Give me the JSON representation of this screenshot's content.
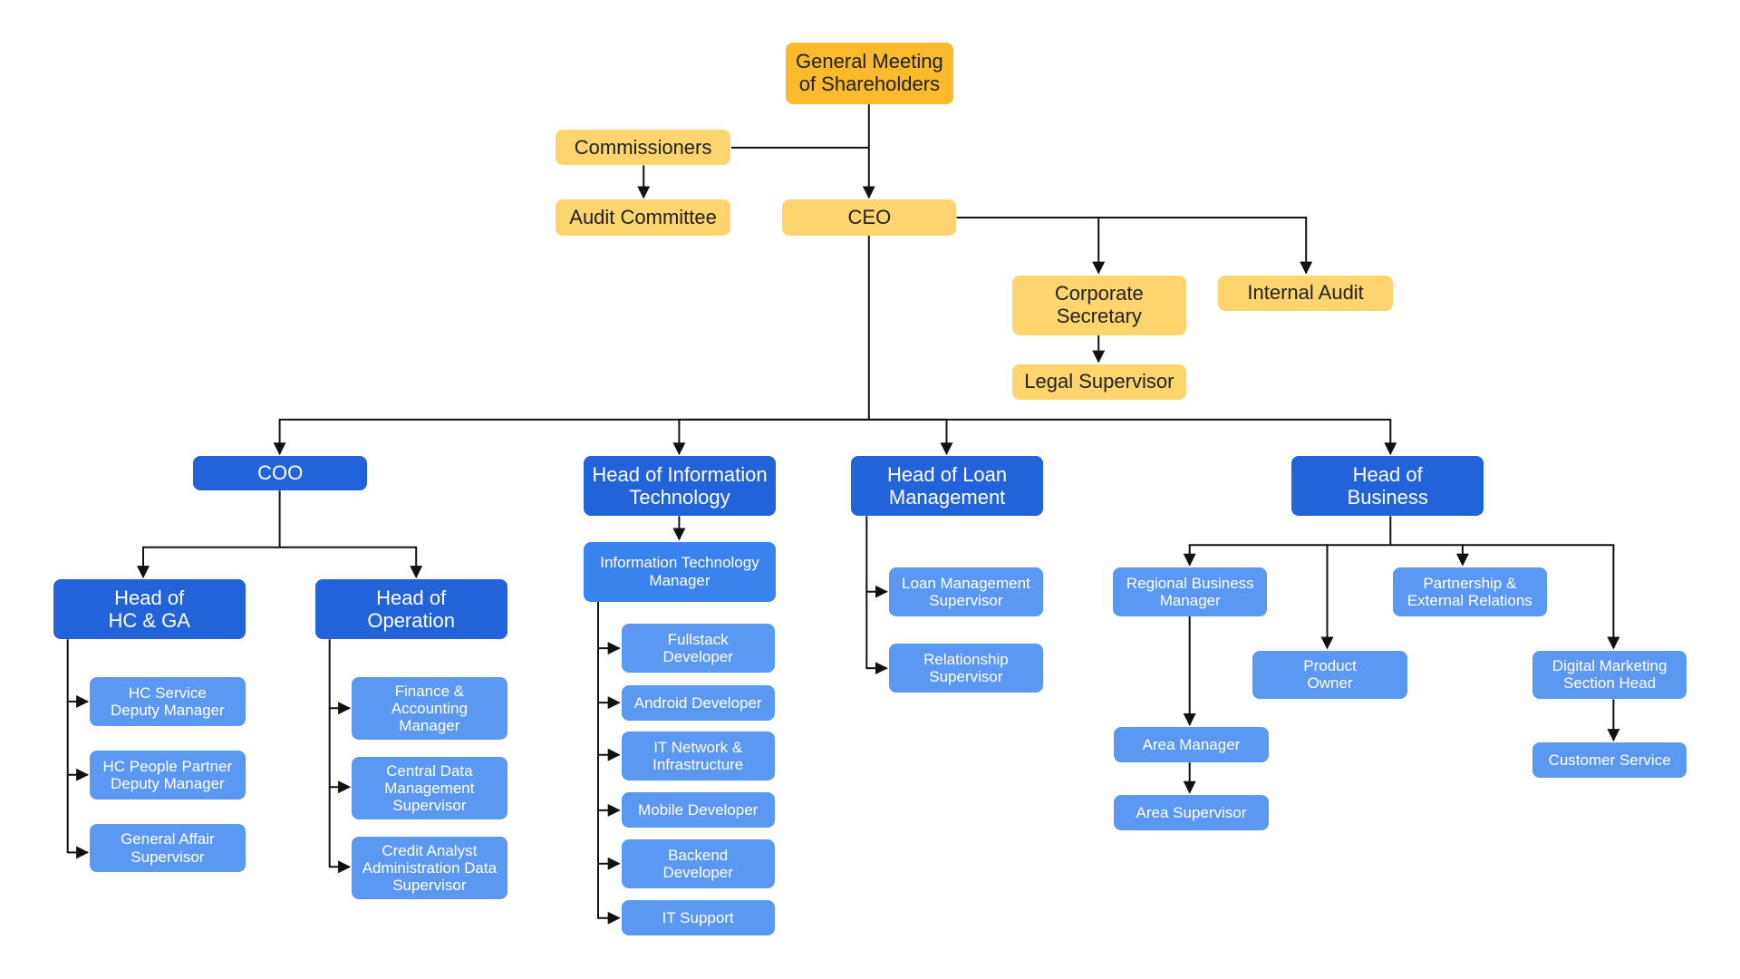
{
  "nodes": [
    {
      "id": "gms",
      "label": "General Meeting\nof Shareholders",
      "tier": "top"
    },
    {
      "id": "commissioners",
      "label": "Commissioners",
      "tier": "gold"
    },
    {
      "id": "audit-committee",
      "label": "Audit Committee",
      "tier": "gold"
    },
    {
      "id": "ceo",
      "label": "CEO",
      "tier": "gold"
    },
    {
      "id": "corporate-secretary",
      "label": "Corporate\nSecretary",
      "tier": "gold"
    },
    {
      "id": "internal-audit",
      "label": "Internal Audit",
      "tier": "gold"
    },
    {
      "id": "legal-supervisor",
      "label": "Legal Supervisor",
      "tier": "gold"
    },
    {
      "id": "coo",
      "label": "COO",
      "tier": "head"
    },
    {
      "id": "head-it",
      "label": "Head of Information\nTechnology",
      "tier": "head"
    },
    {
      "id": "head-loan",
      "label": "Head of Loan\nManagement",
      "tier": "head"
    },
    {
      "id": "head-business",
      "label": "Head of\nBusiness",
      "tier": "head"
    },
    {
      "id": "head-hc-ga",
      "label": "Head of\nHC & GA",
      "tier": "head"
    },
    {
      "id": "head-operation",
      "label": "Head of\nOperation",
      "tier": "head"
    },
    {
      "id": "it-manager",
      "label": "Information Technology\nManager",
      "tier": "sub"
    },
    {
      "id": "hc-service",
      "label": "HC Service\nDeputy Manager",
      "tier": "leaf"
    },
    {
      "id": "hc-people",
      "label": "HC People Partner\nDeputy Manager",
      "tier": "leaf"
    },
    {
      "id": "general-affair",
      "label": "General Affair\nSupervisor",
      "tier": "leaf"
    },
    {
      "id": "finance",
      "label": "Finance &\nAccounting\nManager",
      "tier": "leaf"
    },
    {
      "id": "central-data",
      "label": "Central Data\nManagement\nSupervisor",
      "tier": "leaf"
    },
    {
      "id": "credit-analyst",
      "label": "Credit Analyst\nAdministration Data\nSupervisor",
      "tier": "leaf"
    },
    {
      "id": "fullstack",
      "label": "Fullstack\nDeveloper",
      "tier": "leaf"
    },
    {
      "id": "android",
      "label": "Android Developer",
      "tier": "leaf"
    },
    {
      "id": "it-network",
      "label": "IT Network &\nInfrastructure",
      "tier": "leaf"
    },
    {
      "id": "mobile",
      "label": "Mobile Developer",
      "tier": "leaf"
    },
    {
      "id": "backend",
      "label": "Backend\nDeveloper",
      "tier": "leaf"
    },
    {
      "id": "it-support",
      "label": "IT Support",
      "tier": "leaf"
    },
    {
      "id": "loan-supervisor",
      "label": "Loan Management\nSupervisor",
      "tier": "leaf"
    },
    {
      "id": "relationship",
      "label": "Relationship\nSupervisor",
      "tier": "leaf"
    },
    {
      "id": "regional-manager",
      "label": "Regional Business\nManager",
      "tier": "leaf"
    },
    {
      "id": "product-owner",
      "label": "Product\nOwner",
      "tier": "leaf"
    },
    {
      "id": "partnership",
      "label": "Partnership &\nExternal Relations",
      "tier": "leaf"
    },
    {
      "id": "digital-marketing",
      "label": "Digital Marketing\nSection Head",
      "tier": "leaf"
    },
    {
      "id": "area-manager",
      "label": "Area Manager",
      "tier": "leaf"
    },
    {
      "id": "area-supervisor",
      "label": "Area Supervisor",
      "tier": "leaf"
    },
    {
      "id": "customer-service",
      "label": "Customer Service",
      "tier": "leaf"
    }
  ],
  "edges": [
    [
      "gms",
      "ceo"
    ],
    [
      "commissioners",
      "audit-committee"
    ],
    [
      "ceo",
      "corporate-secretary"
    ],
    [
      "ceo",
      "internal-audit"
    ],
    [
      "corporate-secretary",
      "legal-supervisor"
    ],
    [
      "ceo",
      "coo"
    ],
    [
      "ceo",
      "head-it"
    ],
    [
      "ceo",
      "head-loan"
    ],
    [
      "ceo",
      "head-business"
    ],
    [
      "coo",
      "head-hc-ga"
    ],
    [
      "coo",
      "head-operation"
    ],
    [
      "head-hc-ga",
      "hc-service"
    ],
    [
      "head-hc-ga",
      "hc-people"
    ],
    [
      "head-hc-ga",
      "general-affair"
    ],
    [
      "head-operation",
      "finance"
    ],
    [
      "head-operation",
      "central-data"
    ],
    [
      "head-operation",
      "credit-analyst"
    ],
    [
      "head-it",
      "it-manager"
    ],
    [
      "it-manager",
      "fullstack"
    ],
    [
      "it-manager",
      "android"
    ],
    [
      "it-manager",
      "it-network"
    ],
    [
      "it-manager",
      "mobile"
    ],
    [
      "it-manager",
      "backend"
    ],
    [
      "it-manager",
      "it-support"
    ],
    [
      "head-loan",
      "loan-supervisor"
    ],
    [
      "head-loan",
      "relationship"
    ],
    [
      "head-business",
      "regional-manager"
    ],
    [
      "head-business",
      "product-owner"
    ],
    [
      "head-business",
      "partnership"
    ],
    [
      "head-business",
      "digital-marketing"
    ],
    [
      "regional-manager",
      "area-manager"
    ],
    [
      "area-manager",
      "area-supervisor"
    ],
    [
      "digital-marketing",
      "customer-service"
    ]
  ],
  "links": [
    [
      "commissioners",
      "gms"
    ]
  ]
}
